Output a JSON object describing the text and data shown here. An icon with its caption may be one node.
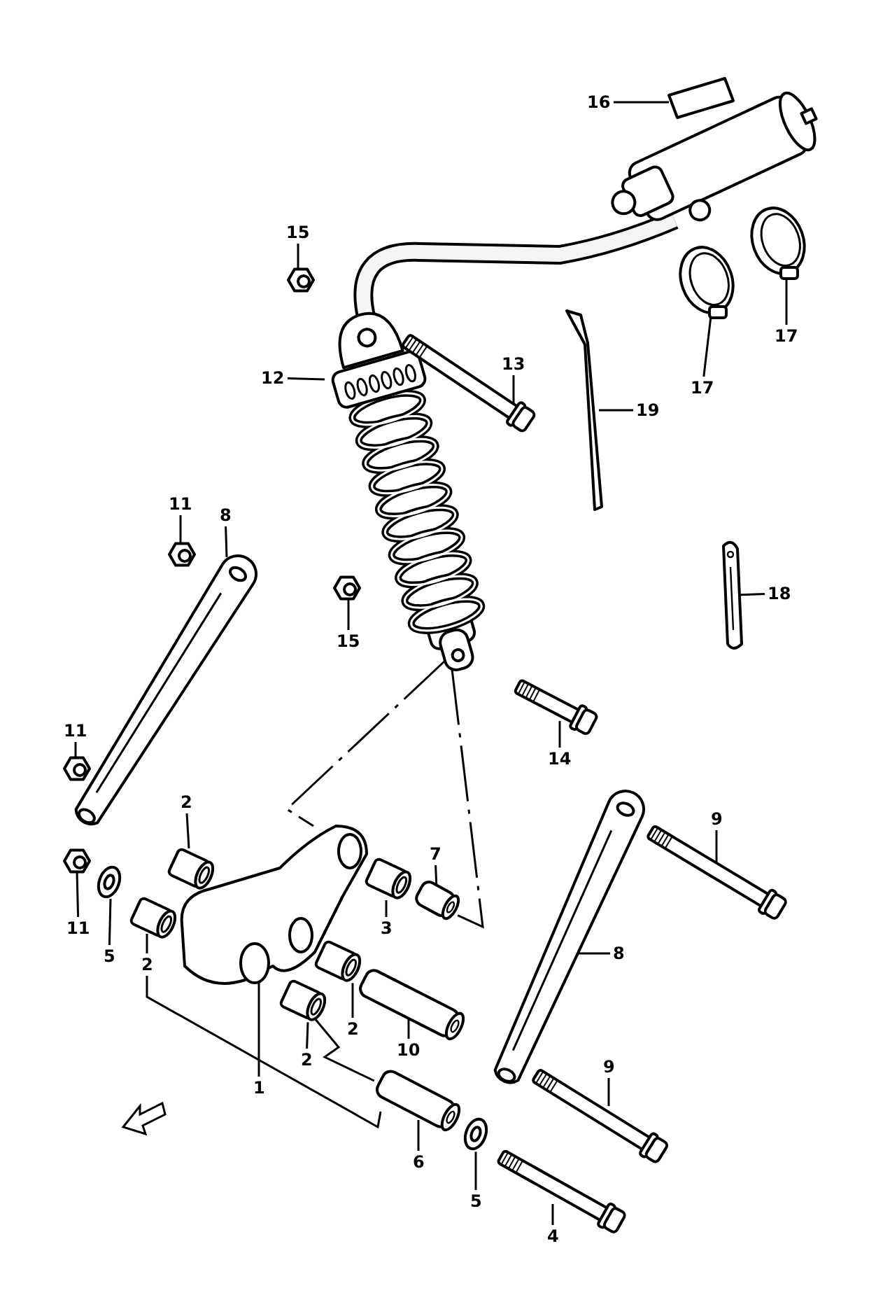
{
  "diagram": {
    "nodes": [
      {
        "text": [
          "16"
        ]
      },
      {
        "text": [
          "15"
        ]
      },
      {
        "text": [
          "12"
        ]
      },
      {
        "text": [
          "13"
        ]
      },
      {
        "text": [
          "17"
        ]
      },
      {
        "text": [
          "19"
        ]
      },
      {
        "text": [
          "17"
        ]
      },
      {
        "text": [
          "11"
        ]
      },
      {
        "text": [
          "8"
        ]
      },
      {
        "text": [
          "18"
        ]
      },
      {
        "text": [
          "15"
        ]
      },
      {
        "text": [
          "14"
        ]
      },
      {
        "text": [
          "11"
        ]
      },
      {
        "text": [
          "2"
        ]
      },
      {
        "text": [
          "9"
        ]
      },
      {
        "text": [
          "7"
        ]
      },
      {
        "text": [
          "11"
        ]
      },
      {
        "text": [
          "3"
        ]
      },
      {
        "text": [
          "5"
        ]
      },
      {
        "text": [
          "2"
        ]
      },
      {
        "text": [
          "8"
        ]
      },
      {
        "text": [
          "2"
        ]
      },
      {
        "text": [
          "10"
        ]
      },
      {
        "text": [
          "2"
        ]
      },
      {
        "text": [
          "9"
        ]
      },
      {
        "text": [
          "1"
        ]
      },
      {
        "text": [
          "6"
        ]
      },
      {
        "text": [
          "5"
        ]
      },
      {
        "text": [
          "4"
        ]
      },
      {
        "text": [],
        "shape": "picture"
      },
      {
        "text": [],
        "shape": "picture"
      },
      {
        "text": [],
        "shape": "picture"
      },
      {
        "text": [],
        "shape": "picture"
      },
      {
        "text": [],
        "shape": "picture"
      },
      {
        "text": [],
        "shape": "picture"
      },
      {
        "text": [],
        "shape": "picture"
      },
      {
        "text": [],
        "shape": "picture"
      },
      {
        "text": [],
        "shape": "picture"
      },
      {
        "text": [],
        "shape": "picture"
      },
      {
        "text": [],
        "shape": "picture"
      },
      {
        "text": [],
        "shape": "picture"
      },
      {
        "text": [],
        "shape": "picture"
      },
      {
        "text": [],
        "shape": "picture"
      },
      {
        "text": [],
        "shape": "picture"
      },
      {
        "text": [],
        "shape": "picture"
      },
      {
        "text": [],
        "shape": "picture"
      },
      {
        "text": [],
        "shape": "picture"
      },
      {
        "text": [],
        "shape": "picture"
      },
      {
        "text": [],
        "shape": "picture"
      },
      {
        "text": [],
        "shape": "picture"
      },
      {
        "text": [],
        "shape": "picture"
      },
      {
        "text": [],
        "shape": "picture"
      },
      {
        "text": [],
        "shape": "picture"
      },
      {
        "text": [],
        "shape": "picture"
      },
      {
        "text": [],
        "shape": "picture"
      },
      {
        "text": [],
        "shape": "picture"
      },
      {
        "text": [],
        "shape": "picture"
      },
      {
        "text": [],
        "shape": "picture"
      },
      {
        "text": [],
        "shape": "cylinder"
      }
    ],
    "edges": [
      {
        "from": 0,
        "to": 29,
        "arrow": "none"
      },
      {
        "from": 1,
        "to": 30,
        "arrow": "none"
      },
      {
        "from": 2,
        "to": 31,
        "arrow": "none"
      },
      {
        "from": 3,
        "to": 32,
        "arrow": "none"
      },
      {
        "from": 4,
        "to": 33,
        "arrow": "none"
      },
      {
        "from": 5,
        "to": 34,
        "arrow": "none"
      },
      {
        "from": 6,
        "to": 35,
        "arrow": "none"
      },
      {
        "from": 7,
        "to": 36,
        "arrow": "none"
      },
      {
        "from": 8,
        "to": 37,
        "arrow": "none"
      },
      {
        "from": 9,
        "to": 38,
        "arrow": "none"
      },
      {
        "from": 10,
        "to": 39,
        "arrow": "none"
      },
      {
        "from": 11,
        "to": 40,
        "arrow": "none"
      },
      {
        "from": 12,
        "to": 41,
        "arrow": "none"
      },
      {
        "from": 13,
        "to": 42,
        "arrow": "none"
      },
      {
        "from": 14,
        "to": 43,
        "arrow": "none"
      },
      {
        "from": 15,
        "to": 44,
        "arrow": "none"
      },
      {
        "from": 16,
        "to": 45,
        "arrow": "none"
      },
      {
        "from": 17,
        "to": 46,
        "arrow": "none"
      },
      {
        "from": 18,
        "to": 47,
        "arrow": "none"
      },
      {
        "from": 19,
        "to": 48,
        "arrow": "none"
      },
      {
        "from": 20,
        "to": 49,
        "arrow": "none"
      },
      {
        "from": 21,
        "to": 50,
        "arrow": "none"
      },
      {
        "from": 22,
        "to": 51,
        "arrow": "none"
      },
      {
        "from": 23,
        "to": 52,
        "arrow": "none"
      },
      {
        "from": 24,
        "to": 53,
        "arrow": "none"
      },
      {
        "from": 25,
        "to": 54,
        "arrow": "none"
      },
      {
        "from": 26,
        "to": 55,
        "arrow": "none"
      },
      {
        "from": 27,
        "to": 56,
        "arrow": "none"
      },
      {
        "from": 28,
        "to": 57,
        "arrow": "none"
      },
      {
        "from": 31,
        "to": 58,
        "arrow": "none",
        "style": "thick"
      },
      {
        "from": 31,
        "to": 54,
        "arrow": "none",
        "style": "dashed"
      },
      {
        "from": 31,
        "to": 44,
        "arrow": "none",
        "style": "dashed"
      },
      {
        "from": 19,
        "to": 55,
        "arrow": "none"
      },
      {
        "from": 52,
        "to": 55,
        "arrow": "none"
      }
    ]
  }
}
